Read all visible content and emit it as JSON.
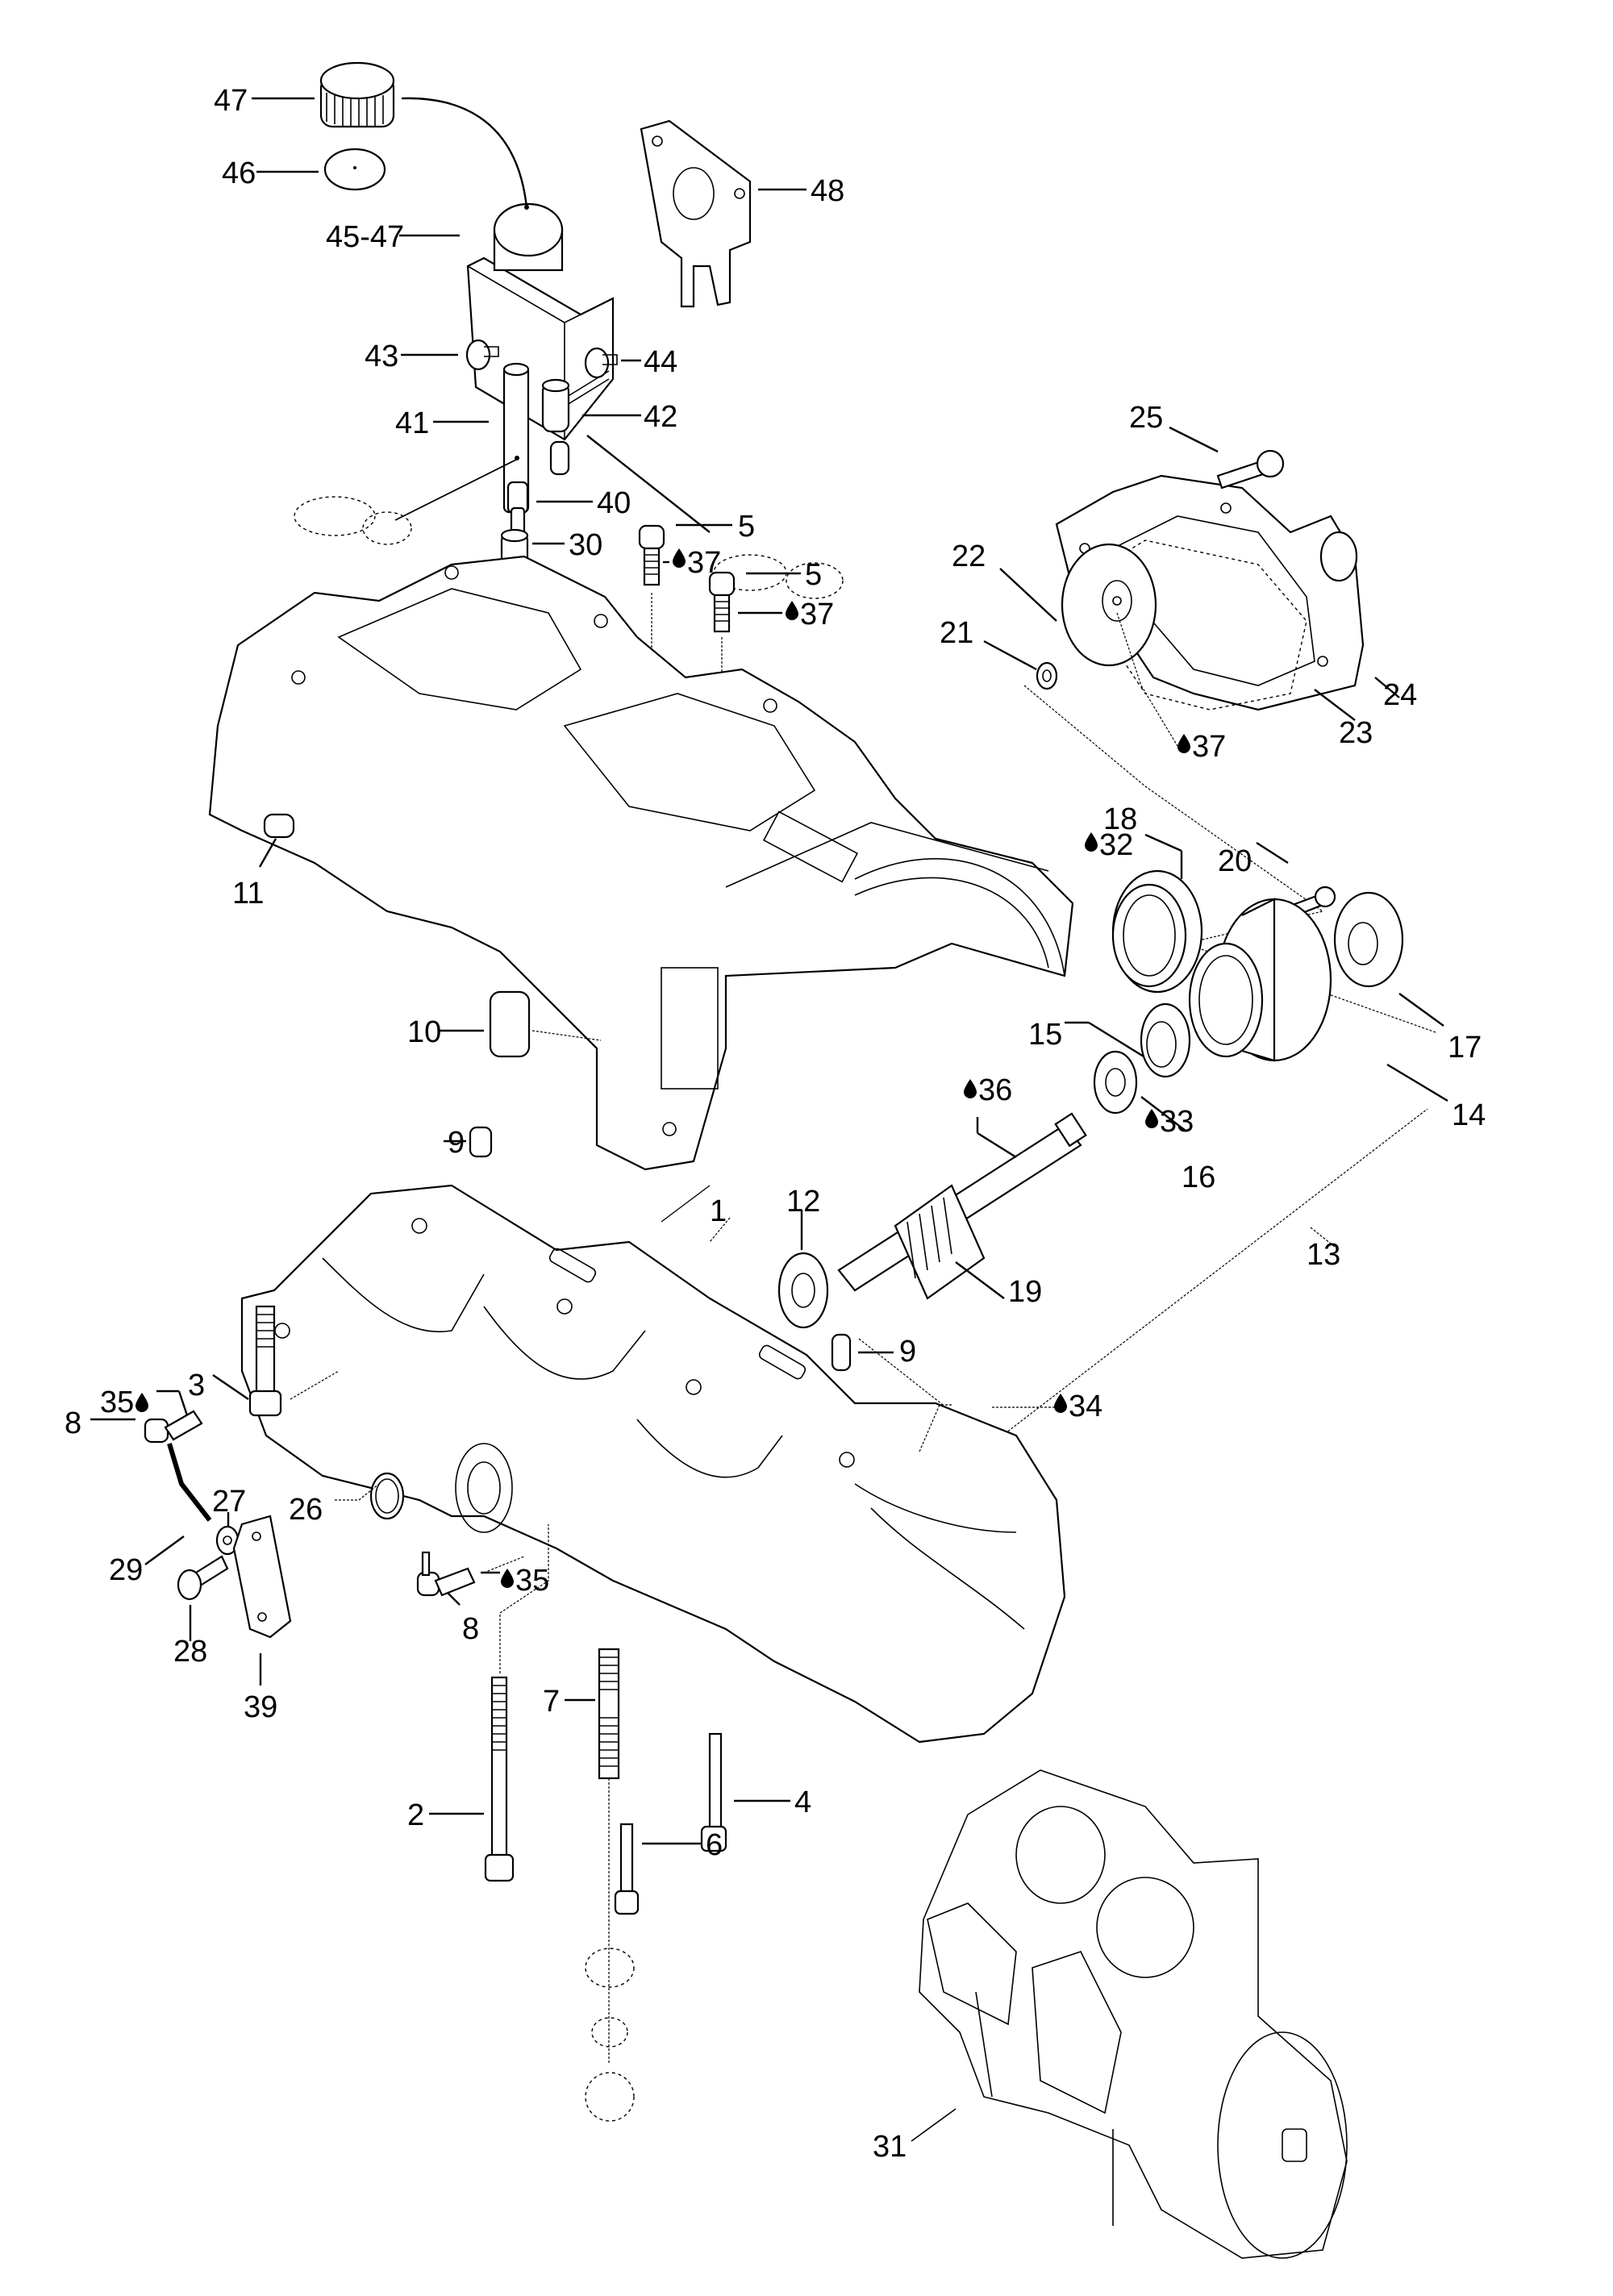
{
  "diagram": {
    "title": "Crankcase exploded parts diagram",
    "colors": {
      "ink": "#000000",
      "paper": "#ffffff"
    },
    "legend_icon": "oil-drop-icon",
    "callouts": [
      {
        "id": "c47",
        "text": "47"
      },
      {
        "id": "c46",
        "text": "46"
      },
      {
        "id": "c45_47",
        "text": "45-47"
      },
      {
        "id": "c48",
        "text": "48"
      },
      {
        "id": "c43",
        "text": "43"
      },
      {
        "id": "c44",
        "text": "44"
      },
      {
        "id": "c41",
        "text": "41"
      },
      {
        "id": "c42",
        "text": "42"
      },
      {
        "id": "c40",
        "text": "40"
      },
      {
        "id": "c30",
        "text": "30"
      },
      {
        "id": "c5a",
        "text": "5"
      },
      {
        "id": "c37a",
        "text": "37",
        "oil": true
      },
      {
        "id": "c5b",
        "text": "5"
      },
      {
        "id": "c37b",
        "text": "37",
        "oil": true
      },
      {
        "id": "c25",
        "text": "25"
      },
      {
        "id": "c22",
        "text": "22"
      },
      {
        "id": "c21",
        "text": "21"
      },
      {
        "id": "c24",
        "text": "24"
      },
      {
        "id": "c23",
        "text": "23"
      },
      {
        "id": "c37c",
        "text": "37",
        "oil": true
      },
      {
        "id": "c18",
        "text": "18"
      },
      {
        "id": "c32",
        "text": "32",
        "oil": true
      },
      {
        "id": "c20",
        "text": "20"
      },
      {
        "id": "c17",
        "text": "17"
      },
      {
        "id": "c15",
        "text": "15"
      },
      {
        "id": "c14",
        "text": "14"
      },
      {
        "id": "c36",
        "text": "36",
        "oil": true
      },
      {
        "id": "c33",
        "text": "33",
        "oil": true
      },
      {
        "id": "c16",
        "text": "16"
      },
      {
        "id": "c12",
        "text": "12"
      },
      {
        "id": "c19",
        "text": "19"
      },
      {
        "id": "c13",
        "text": "13"
      },
      {
        "id": "c1",
        "text": "1"
      },
      {
        "id": "c9a",
        "text": "9"
      },
      {
        "id": "c9b",
        "text": "9"
      },
      {
        "id": "c34",
        "text": "34",
        "oil": true
      },
      {
        "id": "c11",
        "text": "11"
      },
      {
        "id": "c10",
        "text": "10"
      },
      {
        "id": "c3",
        "text": "3"
      },
      {
        "id": "c35a",
        "text": "35",
        "oil": true
      },
      {
        "id": "c8a",
        "text": "8"
      },
      {
        "id": "c26",
        "text": "26"
      },
      {
        "id": "c27",
        "text": "27"
      },
      {
        "id": "c29",
        "text": "29"
      },
      {
        "id": "c28",
        "text": "28"
      },
      {
        "id": "c39",
        "text": "39"
      },
      {
        "id": "c8b",
        "text": "8"
      },
      {
        "id": "c35b",
        "text": "35",
        "oil": true
      },
      {
        "id": "c7",
        "text": "7"
      },
      {
        "id": "c2",
        "text": "2"
      },
      {
        "id": "c4",
        "text": "4"
      },
      {
        "id": "c6",
        "text": "6"
      },
      {
        "id": "c31",
        "text": "31"
      }
    ]
  }
}
